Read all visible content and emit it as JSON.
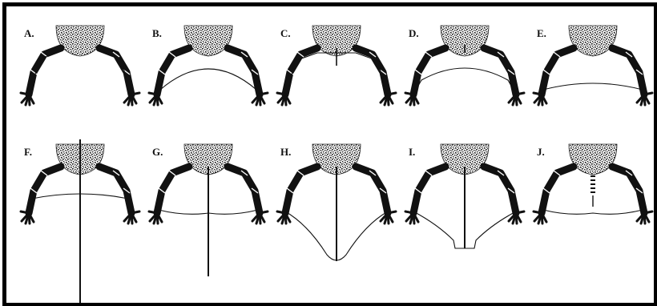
{
  "figure": {
    "panels": [
      {
        "label": "A.",
        "variant": "A"
      },
      {
        "label": "B.",
        "variant": "B"
      },
      {
        "label": "C.",
        "variant": "C"
      },
      {
        "label": "D.",
        "variant": "D"
      },
      {
        "label": "E.",
        "variant": "E"
      },
      {
        "label": "F.",
        "variant": "F"
      },
      {
        "label": "G.",
        "variant": "G"
      },
      {
        "label": "H.",
        "variant": "H"
      },
      {
        "label": "I.",
        "variant": "I"
      },
      {
        "label": "J.",
        "variant": "J"
      }
    ],
    "colors": {
      "ink": "#111111",
      "border": "#000000",
      "background": "#ffffff"
    }
  }
}
